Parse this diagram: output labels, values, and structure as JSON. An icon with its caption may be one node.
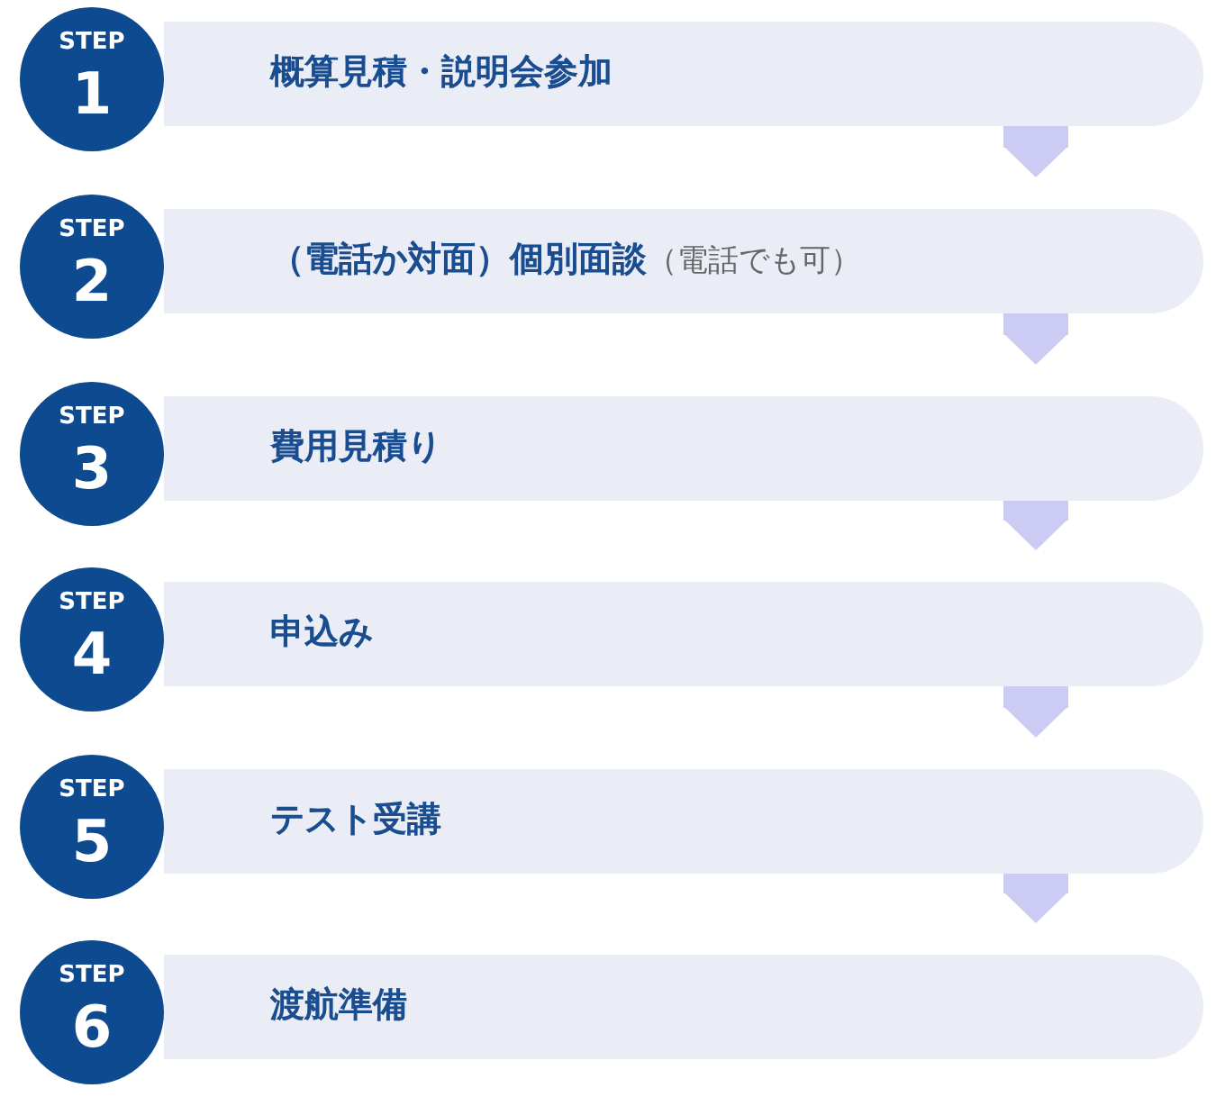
{
  "diagram": {
    "nodes": [
      {
        "text": [
          "STEP",
          "1"
        ]
      },
      {
        "text": [
          "概算見積・説明会参加"
        ]
      },
      {
        "text": [
          "STEP",
          "2"
        ]
      },
      {
        "text": [
          "（電話か対面）個別面談",
          "（電話でも可）"
        ]
      },
      {
        "text": [
          "STEP",
          "3"
        ]
      },
      {
        "text": [
          "費用見積り"
        ]
      },
      {
        "text": [
          "STEP",
          "4"
        ]
      },
      {
        "text": [
          "申込み"
        ]
      },
      {
        "text": [
          "STEP",
          "5"
        ]
      },
      {
        "text": [
          "テスト受講"
        ]
      },
      {
        "text": [
          "STEP",
          "6"
        ]
      },
      {
        "text": [
          "渡航準備"
        ]
      }
    ],
    "edges": [
      {
        "from": 1,
        "to": 3,
        "arrow": "to"
      },
      {
        "from": 3,
        "to": 5,
        "arrow": "to"
      },
      {
        "from": 5,
        "to": 7,
        "arrow": "to"
      },
      {
        "from": 7,
        "to": 9,
        "arrow": "to"
      },
      {
        "from": 9,
        "to": 11,
        "arrow": "to"
      }
    ]
  }
}
